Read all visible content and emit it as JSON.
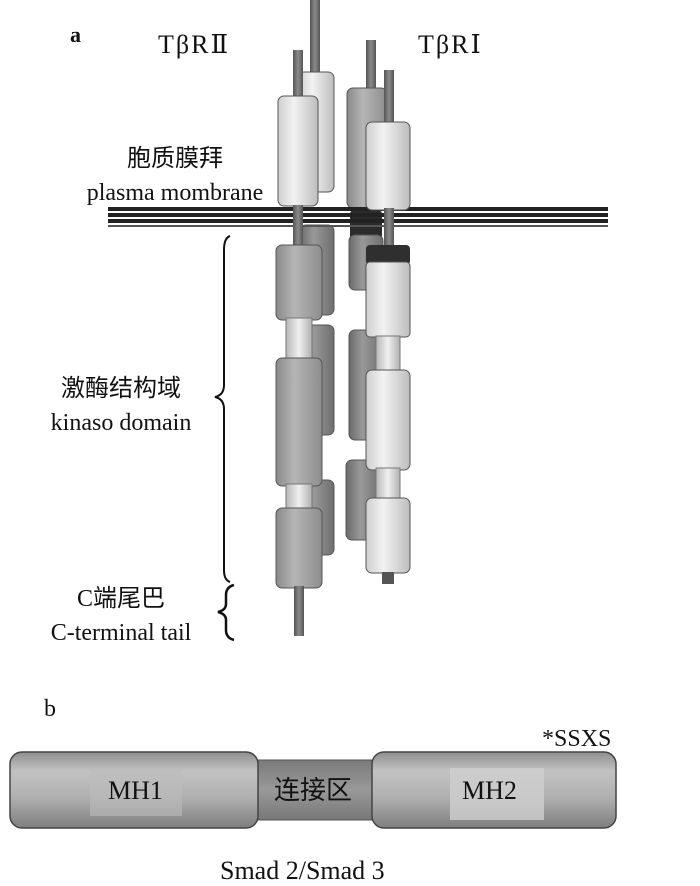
{
  "panel_a": {
    "letter": "a",
    "receptor_left": "TβRⅡ",
    "receptor_right": "TβRⅠ",
    "membrane_label_cn": "胞质膜拜",
    "membrane_label_en": "plasma mombrane",
    "kinase_label_cn": "激酶结构域",
    "kinase_label_en": "kinaso domain",
    "tail_label_cn": "C端尾巴",
    "tail_label_en": "C-terminal tail"
  },
  "panel_b": {
    "letter": "b",
    "domain_left": "MH1",
    "linker": "连接区",
    "domain_right": "MH2",
    "motif": "*SSXS",
    "caption": "Smad 2/Smad 3"
  },
  "colors": {
    "cylinder_light": "#e6e6e6",
    "cylinder_mid": "#a9a9a9",
    "cylinder_dark": "#7b7b7b",
    "rod": "#6e6e6e",
    "membrane": "#222222",
    "gs_domain": "#333333"
  }
}
